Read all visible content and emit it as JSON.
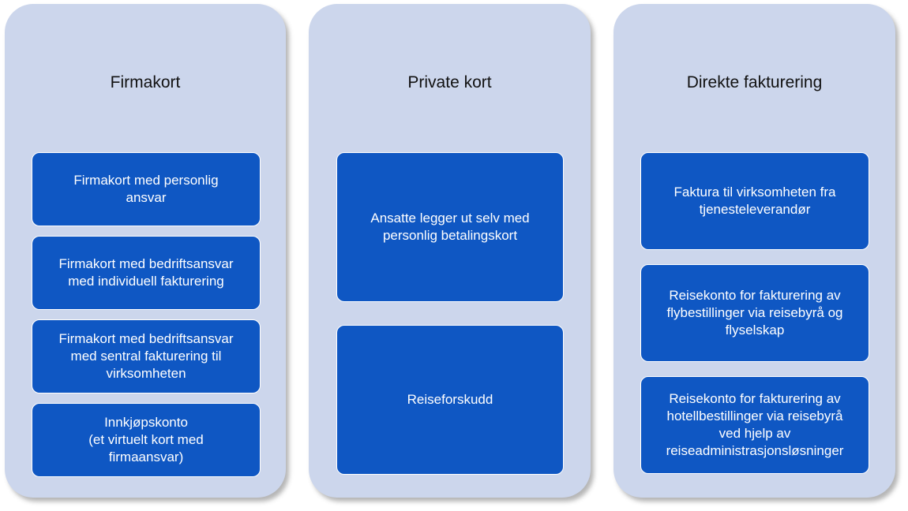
{
  "columns": [
    {
      "title": "Firmakort",
      "items": [
        "Firmakort med personlig\nansvar",
        "Firmakort med bedriftsansvar\nmed individuell fakturering",
        "Firmakort med bedriftsansvar\nmed sentral fakturering til\nvirksomheten",
        "Innkjøpskonto\n(et virtuelt kort med\nfirmaansvar)"
      ]
    },
    {
      "title": "Private kort",
      "items": [
        "Ansatte legger ut selv med\npersonlig betalingskort",
        "Reiseforskudd"
      ]
    },
    {
      "title": "Direkte fakturering",
      "items": [
        "Faktura til virksomheten fra\ntjenesteleverandør",
        "Reisekonto for fakturering av\nflybestillinger via reisebyrå og\nflyselskap",
        "Reisekonto for fakturering av\nhotellbestillinger via reisebyrå\nved hjelp av\nreiseadministrasjonsløsninger"
      ]
    }
  ],
  "colors": {
    "column_bg": "#ccd6ec",
    "box_bg": "#0f57c3",
    "box_text": "#ffffff",
    "title_text": "#111111"
  }
}
